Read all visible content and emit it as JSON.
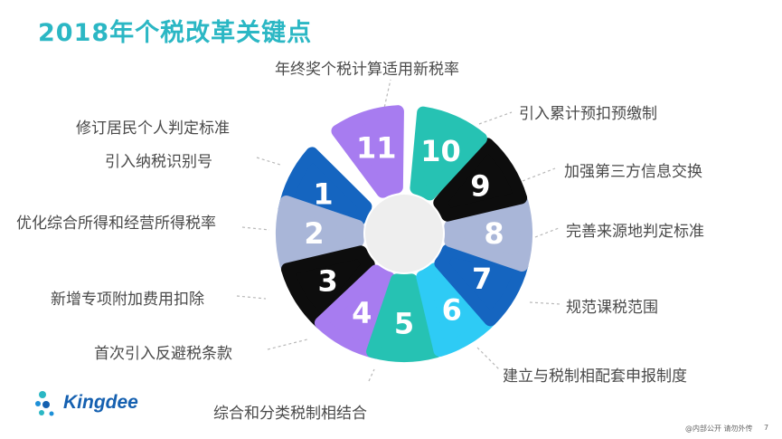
{
  "title": "2018年个税改革关键点",
  "items": [
    {
      "num": "1",
      "label": "引入纳税识别号",
      "color": "#1565c0",
      "text_color": "#ffffff"
    },
    {
      "num": "2",
      "label": "优化综合所得和经营所得税率",
      "color": "#a9b6d8",
      "text_color": "#ffffff"
    },
    {
      "num": "3",
      "label": "新增专项附加费用扣除",
      "color": "#0d0d0d",
      "text_color": "#ffffff"
    },
    {
      "num": "4",
      "label": "首次引入反避税条款",
      "color": "#a77cf0",
      "text_color": "#ffffff"
    },
    {
      "num": "5",
      "label": "综合和分类税制相结合",
      "color": "#26c2b3",
      "text_color": "#ffffff"
    },
    {
      "num": "6",
      "label": "建立与税制相配套申报制度",
      "color": "#2ecbf5",
      "text_color": "#ffffff"
    },
    {
      "num": "7",
      "label": "规范课税范围",
      "color": "#1565c0",
      "text_color": "#ffffff"
    },
    {
      "num": "8",
      "label": "完善来源地判定标准",
      "color": "#a9b6d8",
      "text_color": "#ffffff"
    },
    {
      "num": "9",
      "label": "加强第三方信息交换",
      "color": "#0d0d0d",
      "text_color": "#ffffff"
    },
    {
      "num": "10",
      "label": "引入累计预扣预缴制",
      "color": "#26c2b3",
      "text_color": "#ffffff"
    },
    {
      "num": "11",
      "label": "年终奖个税计算适用新税率",
      "color": "#a77cf0",
      "text_color": "#ffffff"
    },
    {
      "num": "",
      "label": "修订居民个人判定标准",
      "color": "",
      "text_color": ""
    }
  ],
  "center_color": "#eeeeee",
  "logo": {
    "text": "Kingdee",
    "icon": "kingdee-dots-icon"
  },
  "footer": "@内部公开 请勿外传",
  "page_number": "7"
}
